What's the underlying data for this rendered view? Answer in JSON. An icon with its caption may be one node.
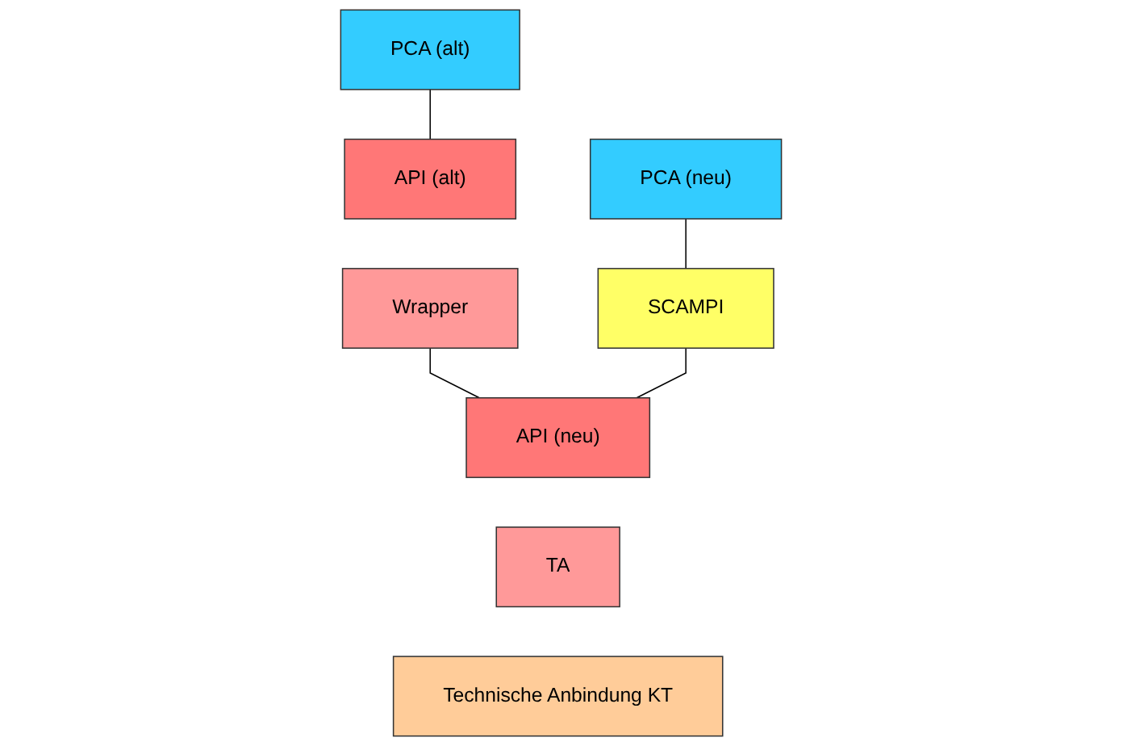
{
  "diagram": {
    "nodes": [
      {
        "text": [
          "PCA (alt)"
        ]
      },
      {
        "text": [
          "PCA (neu)"
        ]
      },
      {
        "text": [
          "API (alt)"
        ]
      },
      {
        "text": [
          "Wrapper"
        ]
      },
      {
        "text": [
          "SCAMPI"
        ]
      },
      {
        "text": [
          "API (neu)"
        ]
      },
      {
        "text": [
          "TA"
        ]
      },
      {
        "text": [
          "Technische Anbindung KT"
        ]
      }
    ],
    "edges": [
      {
        "from": 0,
        "to": 2,
        "arrow": "none"
      },
      {
        "from": 1,
        "to": 4,
        "arrow": "none"
      },
      {
        "from": 3,
        "to": 5,
        "arrow": "none"
      },
      {
        "from": 4,
        "to": 5,
        "arrow": "none"
      }
    ]
  }
}
